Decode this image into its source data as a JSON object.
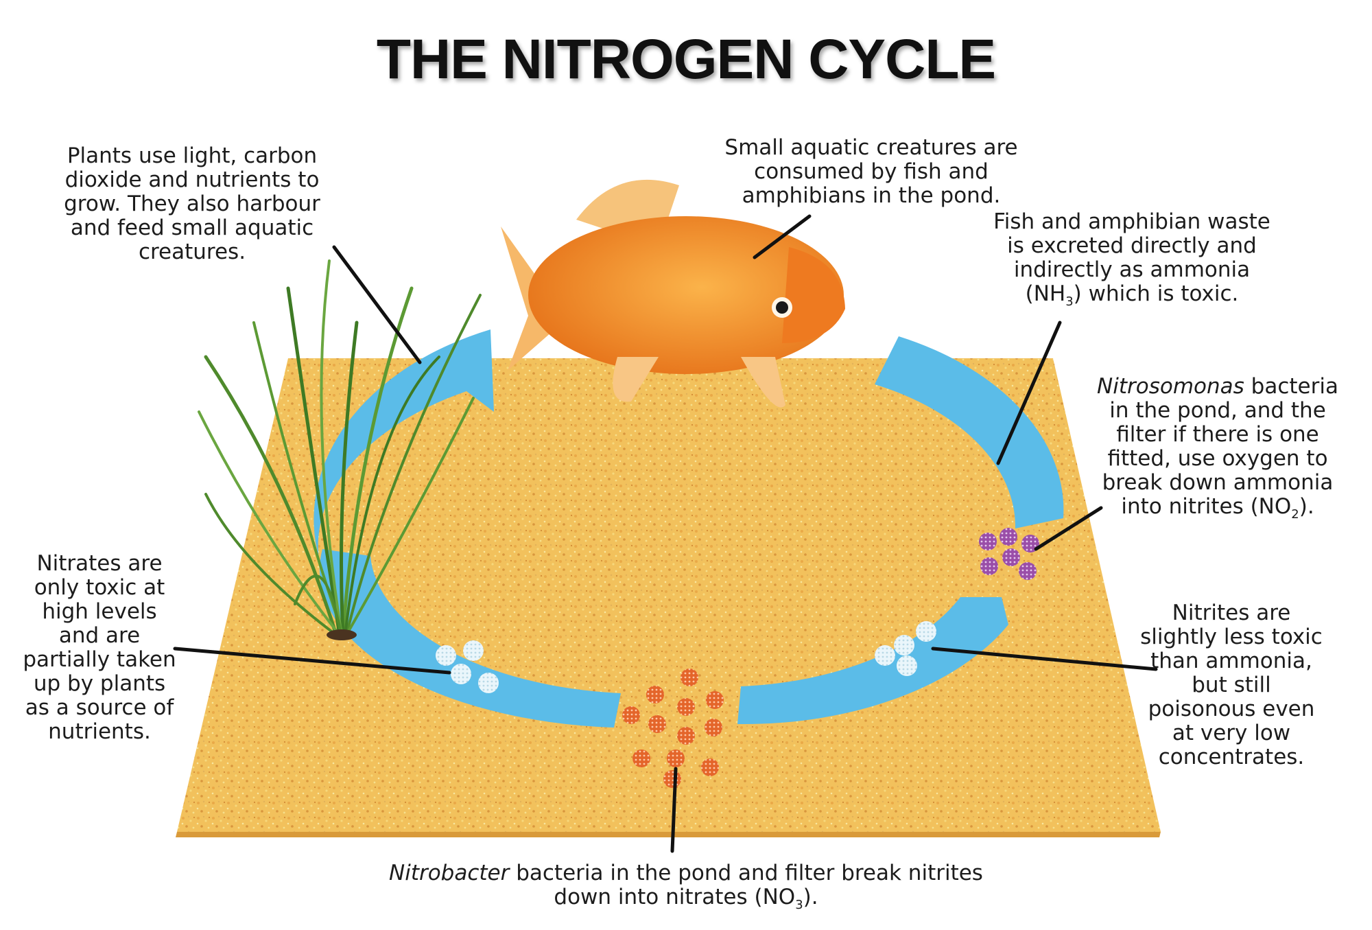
{
  "title": "THE NITROGEN CYCLE",
  "labels": {
    "plants": "Plants use light, carbon dioxide and nutrients to grow. They also harbour and feed small aquatic creatures.",
    "creatures": "Small aquatic creatures are consumed by fish and amphibians in the pond.",
    "waste_pre": "Fish and amphibian waste is excreted directly and indirectly as ammonia (NH",
    "waste_sub": "3",
    "waste_post": ") which is toxic.",
    "nitroso_italic": "Nitrosomonas",
    "nitroso_pre": " bacteria in the pond, and the filter if there is one fitted, use oxygen to break down ammonia into nitrites (NO",
    "nitroso_sub": "2",
    "nitroso_post": ").",
    "nitrites": "Nitrites are slightly less toxic than ammonia, but still poisonous even at very low concentrates.",
    "nitrates": "Nitrates are only toxic at high levels and are partially taken up by plants as a source of nutrients.",
    "nitrobacter_italic": "Nitrobacter",
    "nitrobacter_pre": " bacteria in the pond and filter break nitrites down into nitrates (NO",
    "nitrobacter_sub": "3",
    "nitrobacter_post": ")."
  },
  "colors": {
    "arrow": "#5bbce8",
    "sand": "#f2c15c",
    "sand_edge": "#d99a3a",
    "fish": "#f08a1e",
    "nitrosomonas_bacteria": "#9a4ea8",
    "nitrobacter_bacteria": "#e4652a",
    "nitrate_particles": "#eaf6fb"
  },
  "icons": {
    "fish": "goldfish-icon",
    "plant": "grass-plant-icon",
    "bacteria": "bacteria-cluster-icon"
  }
}
